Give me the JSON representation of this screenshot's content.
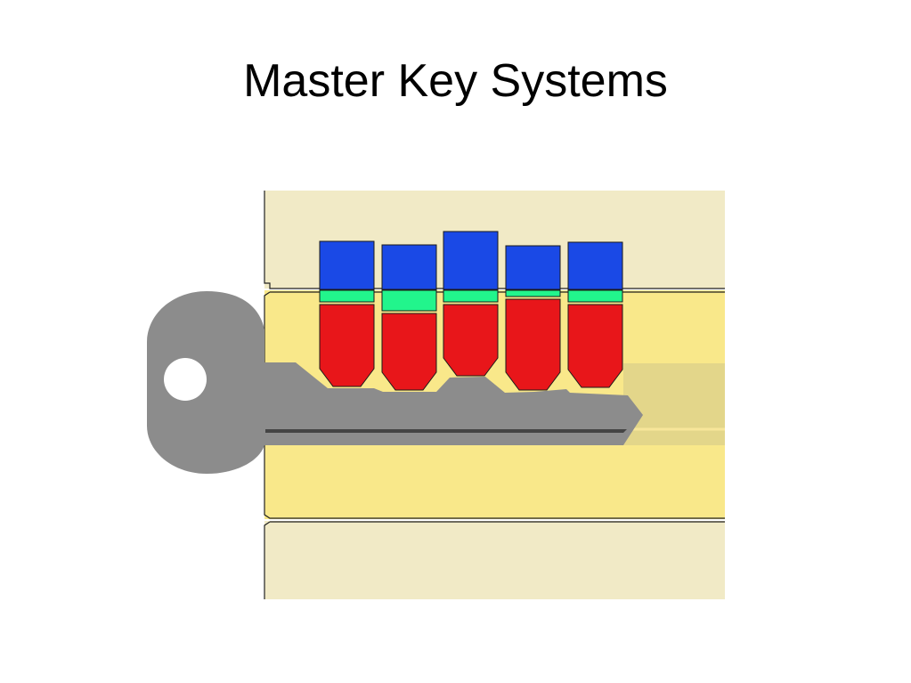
{
  "slide": {
    "title": "Master Key Systems"
  },
  "diagram": {
    "subject": "pin-tumbler lock cylinder with master key pins",
    "colors": {
      "housing": "#f1eac6",
      "plug": "#f9e88a",
      "shadow_band": "#e3d68a",
      "driver_pins": "#1a49e6",
      "master_pins": "#22f58c",
      "key_pins": "#e8161a",
      "key": "#8c8c8c",
      "key_groove": "#444444",
      "outline": "#222222"
    },
    "pin_stack_count": 5
  }
}
